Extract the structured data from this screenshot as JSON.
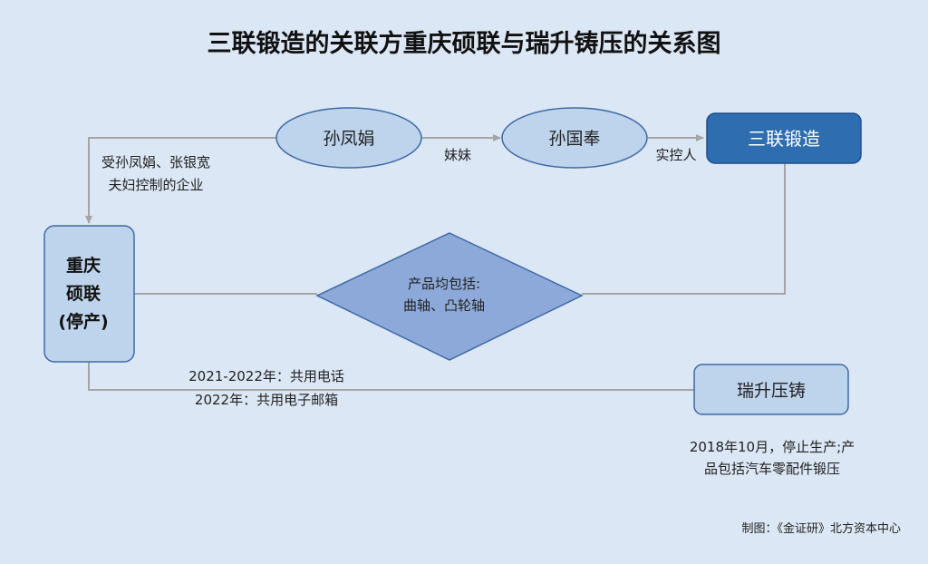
{
  "title": "三联锻造的关联方重庆硕联与瑞升铸压的关系图",
  "nodes": {
    "sun_fengjuan": "孙凤娟",
    "sun_guofeng": "孙国奉",
    "sanlian": "三联锻造",
    "chongqing": [
      "重庆",
      "硕联",
      "(停产)"
    ],
    "ruisheng": "瑞升压铸",
    "products": [
      "产品均包括:",
      "曲轴、凸轮轴"
    ]
  },
  "edge_labels": {
    "sister": "妹妹",
    "controller": "实控人",
    "controlled_by": [
      "受孙凤娟、张银宽",
      "夫妇控制的企业"
    ],
    "shared": [
      "2021-2022年：共用电话",
      "2022年：共用电子邮箱"
    ]
  },
  "notes": {
    "ruisheng": [
      "2018年10月，停止生产;产",
      "品包括汽车零配件锻压"
    ]
  },
  "credit": "制图：《金证研》北方资本中心",
  "colors": {
    "background": "#dbe7f4",
    "light_node_fill": "#bed3ec",
    "dark_node_fill": "#2e6db0",
    "diamond_fill": "#8da9d9",
    "edge": "#a5a5a5"
  }
}
